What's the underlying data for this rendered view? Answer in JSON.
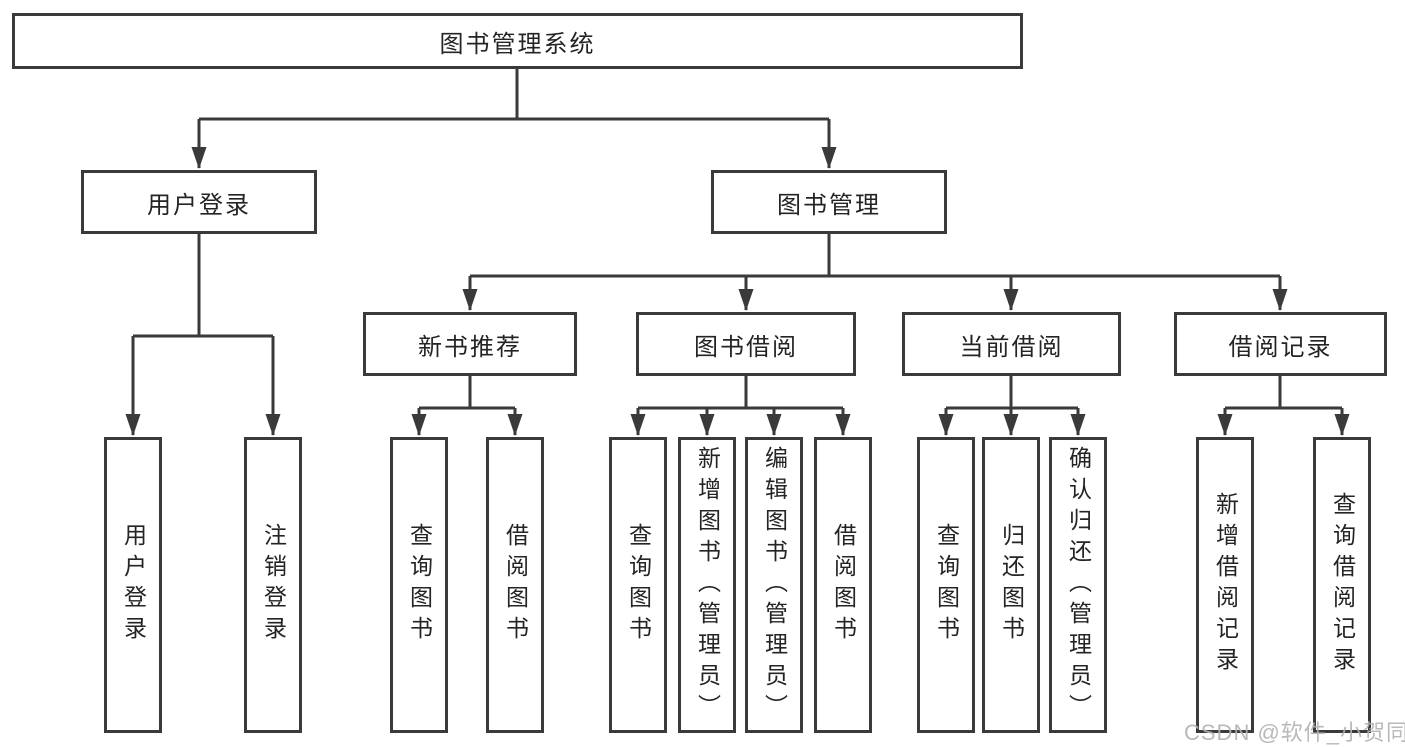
{
  "diagram": {
    "type": "hierarchy-tree",
    "nodes": {
      "root": "图书管理系统",
      "user_login": "用户登录",
      "book_mgmt": "图书管理",
      "login": "用户登录",
      "logout": "注销登录",
      "new_book_rec": "新书推荐",
      "book_borrow": "图书借阅",
      "current_borrow": "当前借阅",
      "borrow_records": "借阅记录",
      "rec_query_books": "查询图书",
      "rec_borrow_books": "借阅图书",
      "bb_query_books": "查询图书",
      "bb_add_books": "新增图书（管理员）",
      "bb_edit_books": "编辑图书（管理员）",
      "bb_borrow_books": "借阅图书",
      "cb_query_books": "查询图书",
      "cb_return_books": "归还图书",
      "cb_confirm_return": "确认归还（管理员）",
      "br_add_record": "新增借阅记录",
      "br_query_record": "查询借阅记录"
    },
    "colors": {
      "line": "#3a3a3a",
      "text": "#242424",
      "background": "#ffffff",
      "watermark_text": "#b2b2b2"
    }
  },
  "watermark": "CSDN @软件_小贺同学"
}
